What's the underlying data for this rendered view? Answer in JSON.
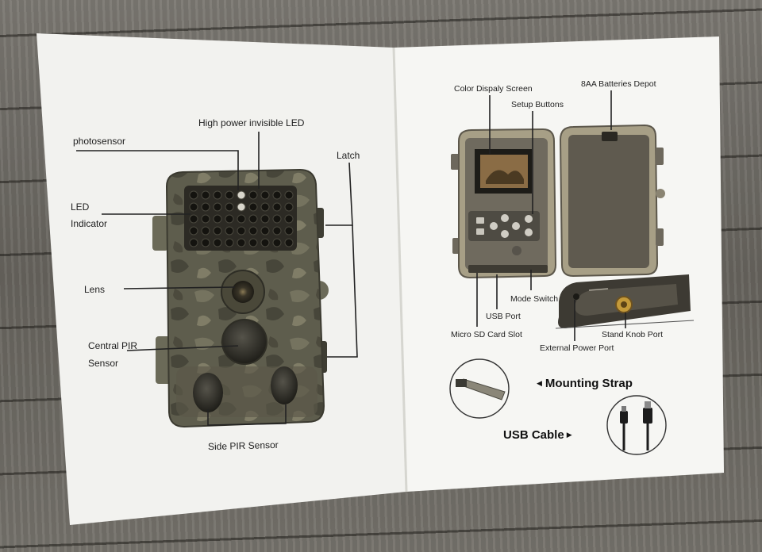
{
  "left_page": {
    "labels": {
      "photosensor": "photosensor",
      "led": "High power invisible LED",
      "latch": "Latch",
      "indicator_line1": "LED",
      "indicator_line2": "Indicator",
      "lens": "Lens",
      "central_line1": "Central PIR",
      "central_line2": "Sensor",
      "side_pir": "Side PIR Sensor"
    }
  },
  "right_page": {
    "labels": {
      "screen": "Color Dispaly Screen",
      "batteries": "8AA Batteries Depot",
      "setup": "Setup Buttons",
      "mode": "Mode Switch",
      "usb_port": "USB Port",
      "sd": "Micro SD Card Slot",
      "power": "External Power Port",
      "knob": "Stand Knob Port",
      "strap": "Mounting Strap",
      "cable": "USB Cable"
    }
  },
  "colors": {
    "paper": "#f4f4f1",
    "camo": "#5b5a4b",
    "body": "#6f6a5e",
    "ink": "#1e1e1e"
  }
}
